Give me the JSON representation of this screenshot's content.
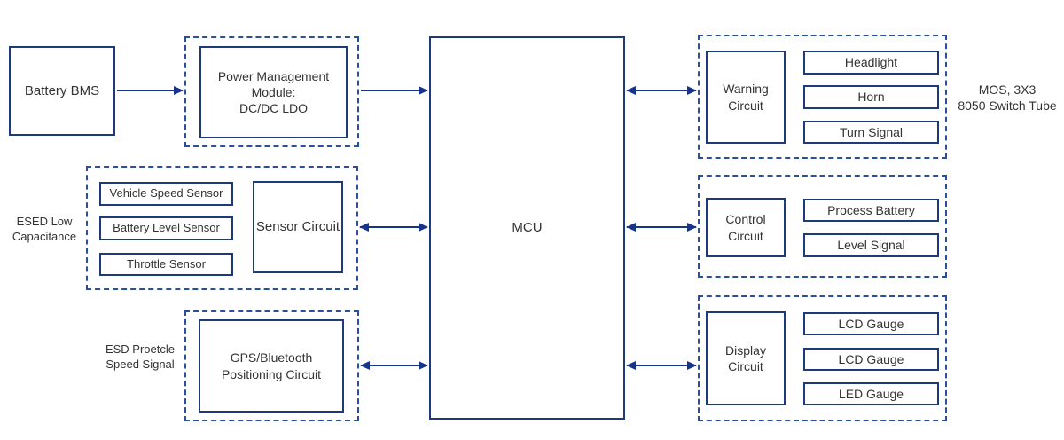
{
  "diagram": {
    "battery_bms": "Battery BMS",
    "power_management": "Power Management\nModule:\nDC/DC LDO",
    "mcu": "MCU",
    "sensor_group": {
      "sensors": [
        "Vehicle Speed Sensor",
        "Battery Level Sensor",
        "Throttle Sensor"
      ],
      "circuit": "Sensor Circuit"
    },
    "gps": "GPS/Bluetooth\nPositioning Circuit",
    "warning_group": {
      "circuit": "Warning\nCircuit",
      "outputs": [
        "Headlight",
        "Horn",
        "Turn Signal"
      ]
    },
    "control_group": {
      "circuit": "Control\nCircuit",
      "outputs": [
        "Process Battery",
        "Level Signal"
      ]
    },
    "display_group": {
      "circuit": "Display\nCircuit",
      "outputs": [
        "LCD Gauge",
        "LCD Gauge",
        "LED Gauge"
      ]
    },
    "annotations": {
      "esed": "ESED Low\nCapacitance",
      "esd": "ESD Proetcle\nSpeed Signal",
      "mos": "MOS, 3X3\n8050 Switch Tube"
    },
    "colors": {
      "solid_border": "#1e3a7a",
      "dashed_border": "#2a4f9e",
      "arrow": "#17338a",
      "text": "#333333",
      "bg": "#ffffff"
    }
  }
}
